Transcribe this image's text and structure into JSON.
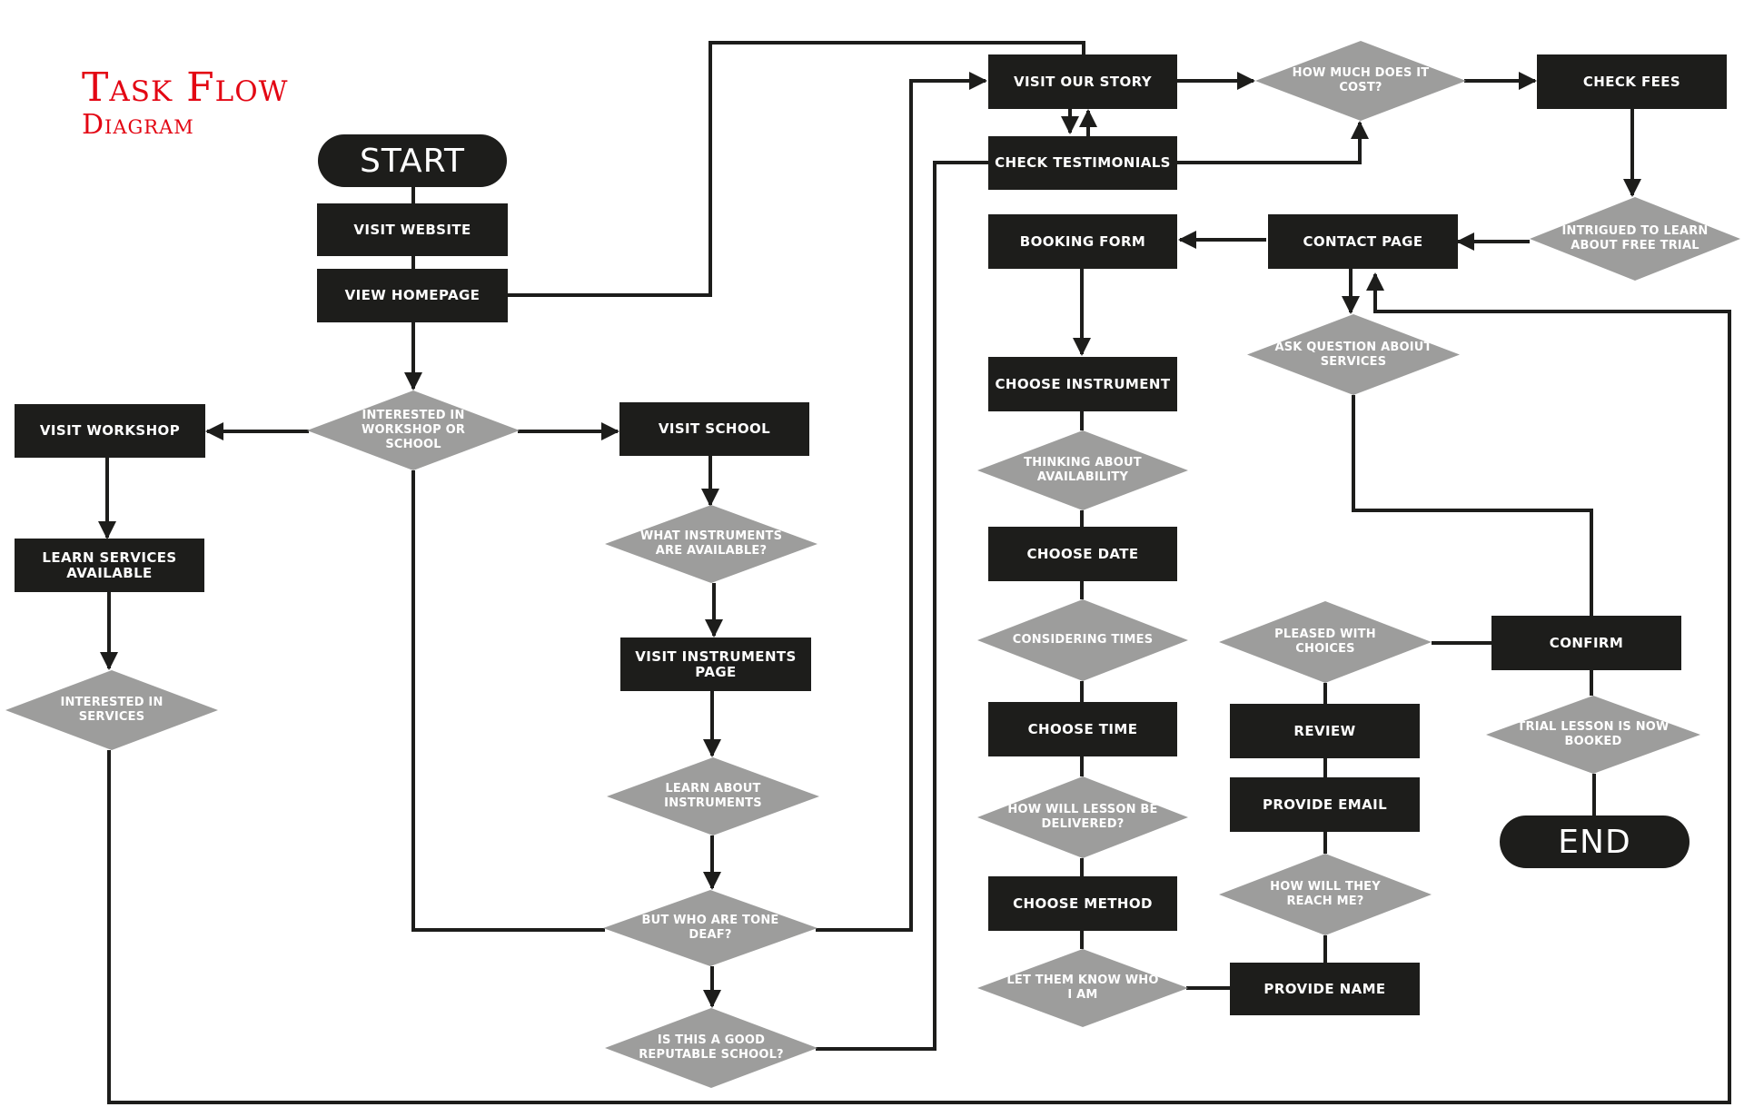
{
  "title": {
    "main": "Task Flow",
    "sub": "Diagram"
  },
  "colors": {
    "title": "#e30613",
    "box": "#1d1d1b",
    "decision": "#9d9d9c",
    "line": "#1d1d1b",
    "text": "#ffffff"
  },
  "terminals": {
    "start": "START",
    "end": "END"
  },
  "steps": {
    "visit_website": "VISIT WEBSITE",
    "view_homepage": "VIEW HOMEPAGE",
    "visit_workshop": "VISIT WORKSHOP",
    "learn_services": "LEARN SERVICES AVAILABLE",
    "visit_school": "VISIT SCHOOL",
    "visit_instruments": "VISIT INSTRUMENTS PAGE",
    "visit_our_story": "VISIT OUR STORY",
    "check_testimonials": "CHECK TESTIMONIALS",
    "booking_form": "BOOKING FORM",
    "choose_instrument": "CHOOSE INSTRUMENT",
    "choose_date": "CHOOSE DATE",
    "choose_time": "CHOOSE TIME",
    "choose_method": "CHOOSE METHOD",
    "check_fees": "CHECK FEES",
    "contact_page": "CONTACT PAGE",
    "review": "REVIEW",
    "provide_email": "PROVIDE EMAIL",
    "provide_name": "PROVIDE NAME",
    "confirm": "CONFIRM"
  },
  "decisions": {
    "interested_workshop_school": "INTERESTED IN WORKSHOP OR SCHOOL",
    "interested_services": "INTERESTED IN SERVICES",
    "what_instruments": "WHAT INSTRUMENTS ARE AVAILABLE?",
    "learn_about_instruments": "LEARN ABOUT INSTRUMENTS",
    "tone_deaf": "BUT WHO ARE TONE DEAF?",
    "good_school": "IS THIS A GOOD REPUTABLE SCHOOL?",
    "how_much": "HOW MUCH DOES IT COST?",
    "intrigued": "INTRIGUED TO LEARN ABOUT FREE TRIAL",
    "ask_question": "ASK QUESTION ABOIUT SERVICES",
    "thinking_availability": "THINKING ABOUT AVAILABILITY",
    "considering_times": "CONSIDERING TIMES",
    "lesson_delivered": "HOW WILL LESSON BE DELIVERED?",
    "let_them_know": "LET THEM KNOW WHO I AM",
    "pleased": "PLEASED WITH CHOICES",
    "reach_me": "HOW WILL THEY REACH ME?",
    "trial_booked": "TRIAL LESSON IS NOW BOOKED"
  }
}
